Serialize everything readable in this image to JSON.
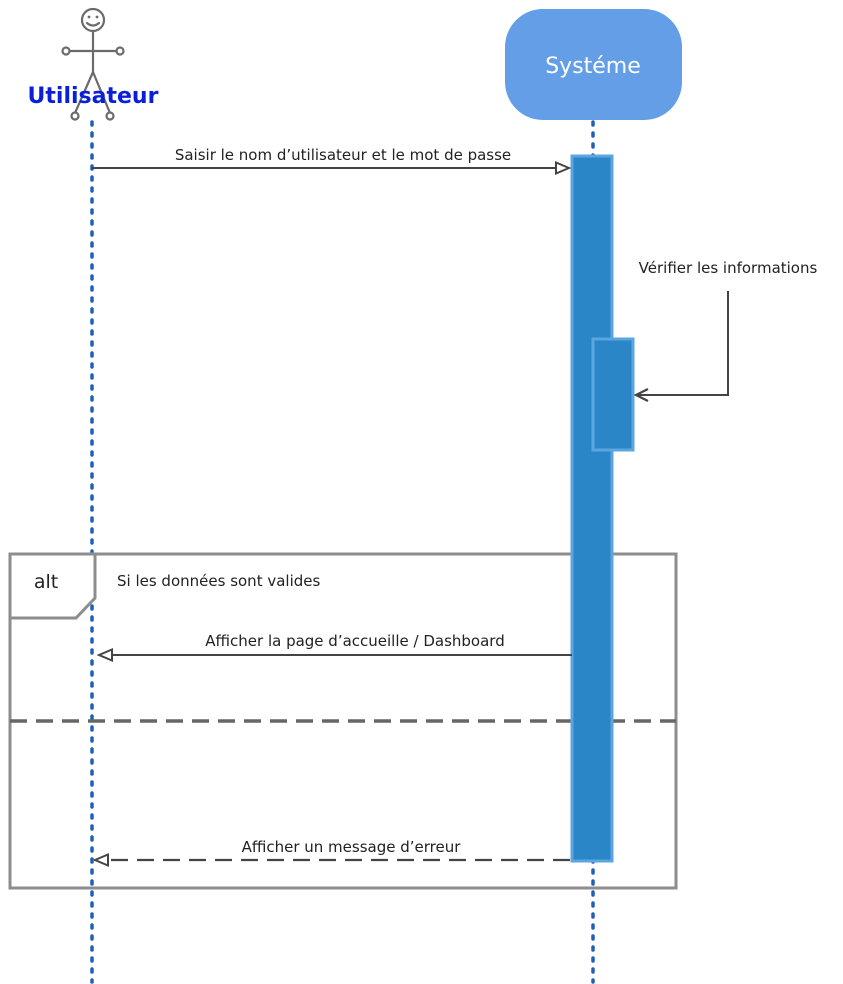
{
  "actors": {
    "user": {
      "name": "Utilisateur",
      "color": "#0a1fd8",
      "icon": "stick-figure-icon"
    },
    "system": {
      "name": "Systéme",
      "fill": "#639ee6",
      "text_color": "#ffffff"
    }
  },
  "messages": {
    "login": "Saisir le nom d’utilisateur et le mot de passe",
    "verify": "Vérifier les informations",
    "dashboard": "Afficher la page d’accueille / Dashboard",
    "error": "Afficher un message d’erreur"
  },
  "fragment": {
    "keyword": "alt",
    "condition": "Si les données sont valides"
  },
  "colors": {
    "lifeline": "#1f5fb8",
    "activation_fill": "#2a86c6",
    "activation_border": "#5ba6e0",
    "arrow": "#444444",
    "frame": "#8d8d8d",
    "divider": "#666666"
  }
}
